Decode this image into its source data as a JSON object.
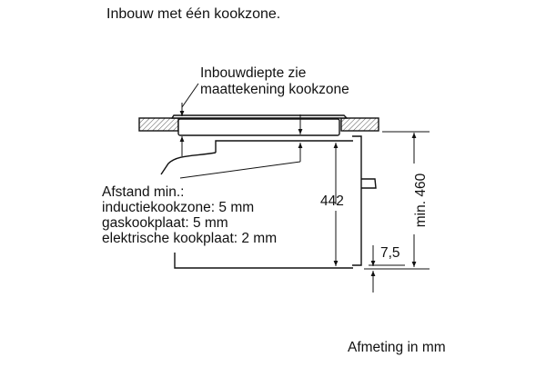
{
  "title": "Inbouw met één kookzone.",
  "depth_note": [
    "Inbouwdiepte zie",
    "maattekening kookzone"
  ],
  "clearance": [
    "Afstand min.:",
    "inductiekookzone: 5 mm",
    "gaskookplaat: 5 mm",
    "elektrische kookplaat: 2 mm"
  ],
  "dim_height": "442",
  "dim_min_height": "min. 460",
  "dim_gap": "7,5",
  "unit_note": "Afmeting in mm"
}
